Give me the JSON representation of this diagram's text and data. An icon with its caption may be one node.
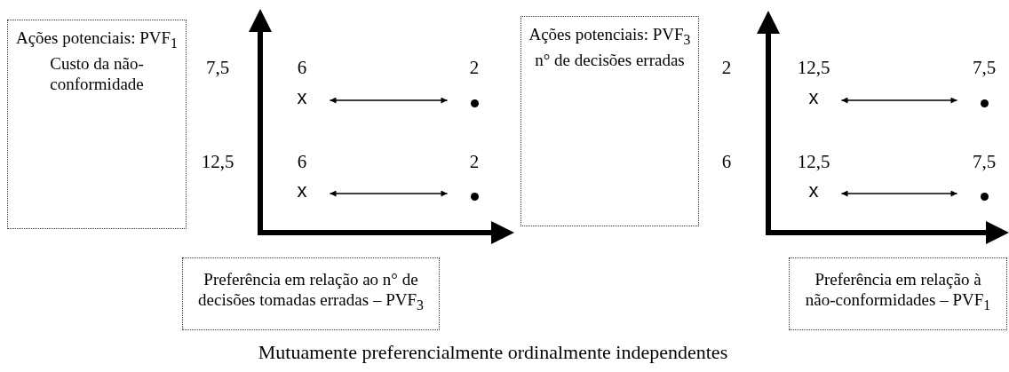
{
  "diagram": {
    "caption": "Mutuamente preferencialmente ordinalmente independentes",
    "nodes": [
      {
        "text": [
          "Ações potenciais: PVF$_{1}$ Custo da não-conformidade"
        ]
      },
      {
        "text": [
          "x"
        ],
        "beside": [
          "6"
        ]
      },
      {
        "text": [],
        "shape": "circle",
        "beside": [
          "2"
        ]
      },
      {
        "text": [
          "x"
        ],
        "beside": [
          "6"
        ]
      },
      {
        "text": [],
        "shape": "circle",
        "beside": [
          "2"
        ]
      },
      {
        "text": [
          "Preferência em relação ao n° de decisões tomadas erradas – PVF$_{3}$"
        ]
      },
      {
        "text": [
          "Ações potenciais: PVF$_{3}$ n° de decisões erradas"
        ]
      },
      {
        "text": [
          "x"
        ],
        "beside": [
          "12,5"
        ]
      },
      {
        "text": [],
        "shape": "circle",
        "beside": [
          "7,5"
        ]
      },
      {
        "text": [
          "x"
        ],
        "beside": [
          "12,5"
        ]
      },
      {
        "text": [],
        "shape": "circle",
        "beside": [
          "7,5"
        ]
      },
      {
        "text": [
          "Preferência em relação à não-conformidades – PVF$_{1}$"
        ]
      }
    ],
    "edges": [
      {
        "from": 1,
        "to": 2,
        "arrow": "both"
      },
      {
        "from": 3,
        "to": 4,
        "arrow": "both"
      },
      {
        "from": 7,
        "to": 8,
        "arrow": "both"
      },
      {
        "from": 9,
        "to": 10,
        "arrow": "both"
      }
    ],
    "labels": [
      "7,5",
      "12,5",
      "2",
      "6"
    ]
  }
}
